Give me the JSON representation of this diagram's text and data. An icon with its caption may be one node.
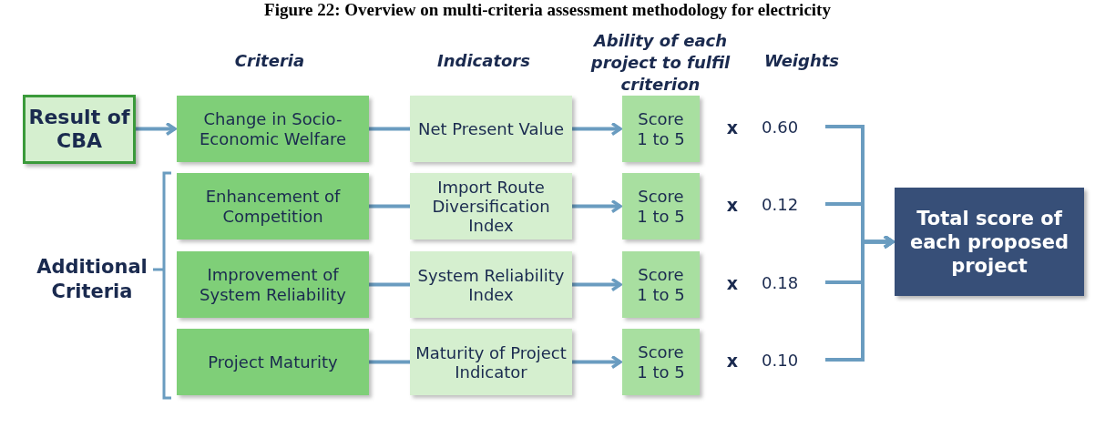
{
  "diagram": {
    "title": "Figure 22: Overview on multi-criteria assessment methodology for electricity",
    "nodes": [
      {
        "text": [
          "Result of CBA"
        ]
      },
      {
        "text": [
          "Change in Socio-Economic Welfare"
        ]
      },
      {
        "text": [
          "Enhancement of Competition"
        ]
      },
      {
        "text": [
          "Improvement of System Reliability"
        ]
      },
      {
        "text": [
          "Project Maturity"
        ]
      },
      {
        "text": [
          "Net Present Value"
        ]
      },
      {
        "text": [
          "Import Route Diversification Index"
        ]
      },
      {
        "text": [
          "System Reliability Index"
        ]
      },
      {
        "text": [
          "Maturity of Project Indicator"
        ]
      },
      {
        "text": [
          "Score 1 to 5"
        ]
      },
      {
        "text": [
          "Score 1 to 5"
        ]
      },
      {
        "text": [
          "Score 1 to 5"
        ]
      },
      {
        "text": [
          "Score 1 to 5"
        ]
      },
      {
        "text": [
          "Total score of each proposed project"
        ]
      },
      {
        "text": [
          "0.60"
        ]
      },
      {
        "text": [
          "0.12"
        ]
      },
      {
        "text": [
          "0.18"
        ]
      },
      {
        "text": [
          "0.10"
        ]
      }
    ],
    "edges": [
      {
        "from": 0,
        "to": 1,
        "arrow": "to"
      },
      {
        "from": 1,
        "to": 5,
        "arrow": "none"
      },
      {
        "from": 2,
        "to": 6,
        "arrow": "none"
      },
      {
        "from": 3,
        "to": 7,
        "arrow": "none"
      },
      {
        "from": 4,
        "to": 8,
        "arrow": "none"
      },
      {
        "from": 5,
        "to": 9,
        "arrow": "to"
      },
      {
        "from": 6,
        "to": 10,
        "arrow": "to"
      },
      {
        "from": 7,
        "to": 11,
        "arrow": "to"
      },
      {
        "from": 8,
        "to": 12,
        "arrow": "to"
      },
      {
        "from": 14,
        "to": 13,
        "arrow": "to"
      },
      {
        "from": 15,
        "to": 13,
        "arrow": "to"
      },
      {
        "from": 16,
        "to": 13,
        "arrow": "to"
      },
      {
        "from": 17,
        "to": 13,
        "arrow": "to"
      }
    ],
    "labels": [
      "Criteria",
      "Indicators",
      "Ability of each project to fulfil criterion",
      "Weights",
      "Additional Criteria",
      "x",
      "x",
      "x",
      "x"
    ]
  }
}
